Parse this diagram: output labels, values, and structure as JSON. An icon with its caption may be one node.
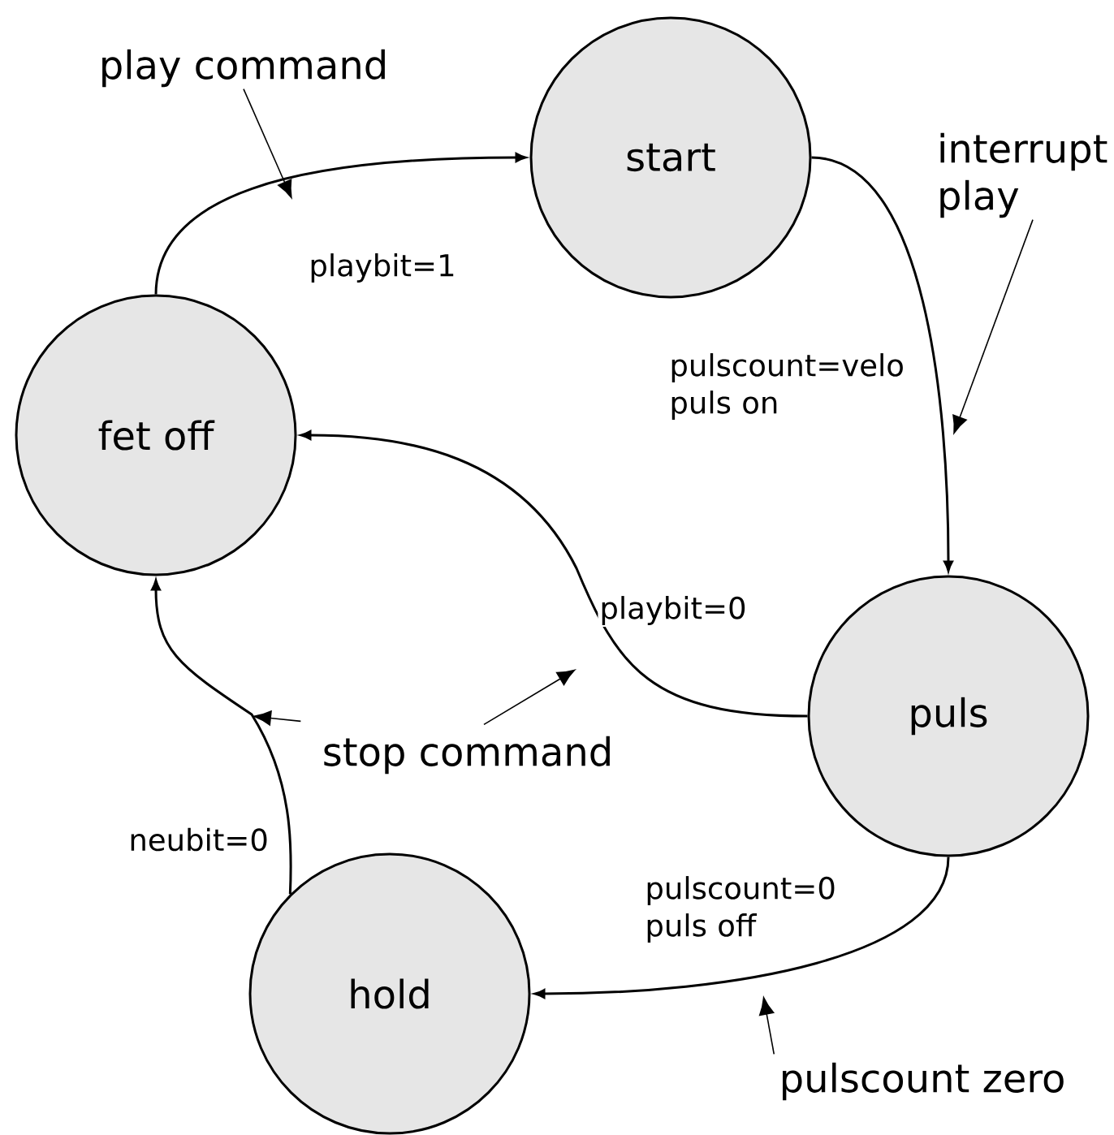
{
  "diagram": {
    "nodes": [
      {
        "text": [
          "start"
        ]
      },
      {
        "text": [
          "fet off"
        ]
      },
      {
        "text": [
          "puls"
        ]
      },
      {
        "text": [
          "hold"
        ]
      },
      {
        "text": [
          "play command"
        ]
      },
      {
        "text": [
          "interrupt play"
        ]
      },
      {
        "text": [
          "stop command"
        ]
      },
      {
        "text": [
          "pulscount zero"
        ]
      }
    ],
    "edges": [
      {
        "from": 1,
        "to": 0,
        "arrow": "to",
        "label": "playbit=1"
      },
      {
        "from": 0,
        "to": 2,
        "arrow": "to",
        "label": "pulscount=velo puls on"
      },
      {
        "from": 2,
        "to": 1,
        "arrow": "to",
        "label": "playbit=0"
      },
      {
        "from": 2,
        "to": 3,
        "arrow": "to",
        "label": "pulscount=0 puls off"
      },
      {
        "from": 3,
        "to": 1,
        "arrow": "to",
        "label": "neubit=0"
      },
      {
        "from": 4,
        "to": null,
        "arrow": "to"
      },
      {
        "from": 5,
        "to": null,
        "arrow": "to"
      },
      {
        "from": 6,
        "to": null,
        "arrow": "to"
      },
      {
        "from": 6,
        "to": null,
        "arrow": "to"
      },
      {
        "from": 7,
        "to": null,
        "arrow": "to"
      }
    ]
  }
}
